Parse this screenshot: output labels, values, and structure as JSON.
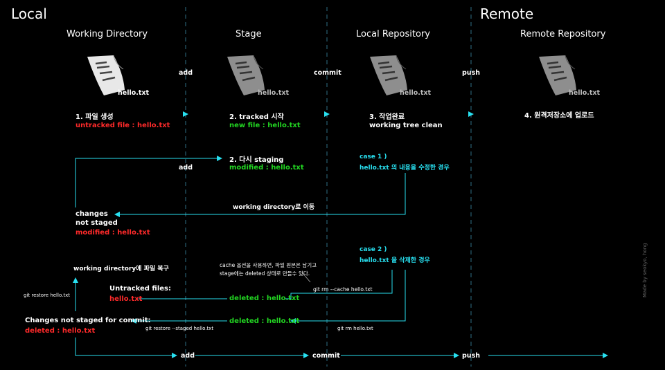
{
  "titles": {
    "local": "Local",
    "remote": "Remote"
  },
  "columns": {
    "working": "Working Directory",
    "stage": "Stage",
    "local_repo": "Local Repository",
    "remote_repo": "Remote Repository"
  },
  "files": {
    "w": "hello.txt",
    "s": "hello.txt",
    "l": "hello.txt",
    "r": "hello.txt"
  },
  "ops": {
    "add_top": "add",
    "commit_top": "commit",
    "push_top": "push",
    "add_mid": "add",
    "add_bottom": "add",
    "commit_bottom": "commit",
    "push_bottom": "push"
  },
  "steps": {
    "s1_title": "1. 파일 생성",
    "s1_status": "untracked file : hello.txt",
    "s2_title": "2. tracked 시작",
    "s2_status": "new file : hello.txt",
    "s3_title": "3. 작업완료",
    "s3_status": "working tree clean",
    "s4_title": "4. 원격저장소에 업로드",
    "s2b_title": "2. 다시 staging",
    "s2b_status": "modified : hello.txt"
  },
  "case1": {
    "title": "case 1 )",
    "desc": "hello.txt 의 내용을 수정한 경우"
  },
  "case2": {
    "title": "case 2 )",
    "desc": "hello.txt 을 삭제한 경우"
  },
  "labels": {
    "to_workdir": "working directory로 이동",
    "changes1": "changes",
    "changes2": "not staged",
    "changes_status": "modified : hello.txt",
    "restore_title": "working directory에 파일 복구",
    "cache_note1": "cache 옵션을 사용하면, 파일 원본은 남기고",
    "cache_note2": "stage에는 deleted 상태로 만들수 있다.",
    "git_rm_cache": "git rm --cache hello.txt",
    "untracked_title": "Untracked files:",
    "untracked_file": "hello.txt",
    "deleted1": "deleted : hello.txt",
    "deleted2": "deleted : hello.txt",
    "git_restore": "git restore hello.txt",
    "changes_commit": "Changes not staged for commit:",
    "deleted_red": "deleted : hello.txt",
    "git_restore_staged": "git restore --staged hello.txt",
    "git_rm": "git rm hello.txt"
  },
  "watermark": "Made by seokyo, hong",
  "colors": {
    "cyan": "#28e0f0",
    "red": "#ff2a2a",
    "green": "#22d622",
    "divider": "#2f6f86"
  }
}
